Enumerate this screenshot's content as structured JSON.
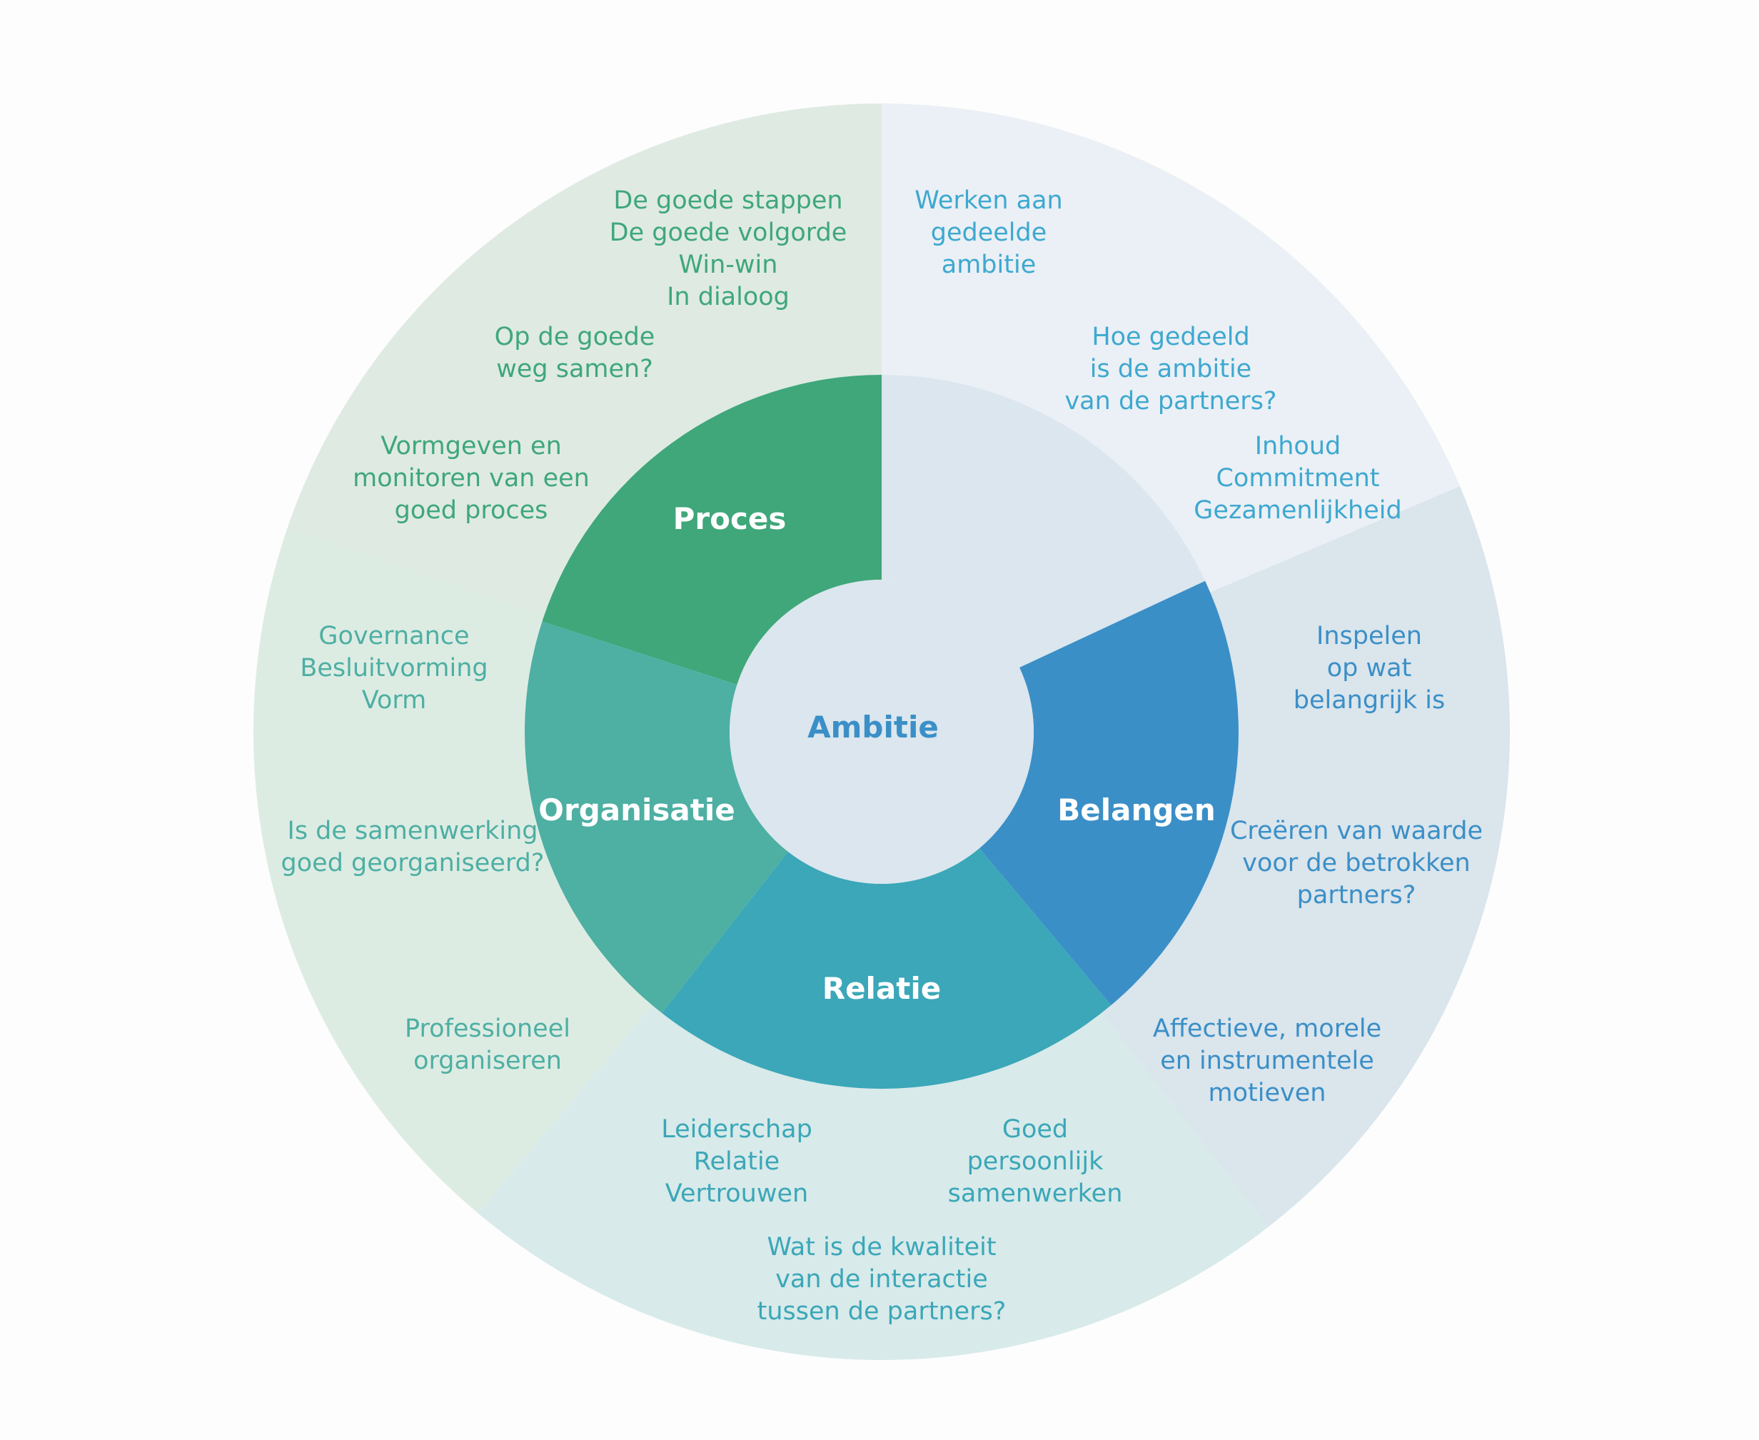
{
  "center": {
    "label": "Ambitie",
    "color": "#3b8fc7",
    "fill": "#dbe6ee"
  },
  "segments": [
    {
      "id": "proces",
      "label": "Proces",
      "inner_color": "#3fa77a",
      "outer_color": "#dfeae3",
      "text_color": "#3fa77a",
      "notes": [
        [
          "De goede stappen",
          "De goede volgorde",
          "Win-win",
          "In dialoog"
        ],
        [
          "Op de goede",
          "weg samen?"
        ],
        [
          "Vormgeven en",
          "monitoren van een",
          "goed proces"
        ]
      ]
    },
    {
      "id": "ambitie",
      "label": "",
      "inner_color": "#dbe6ee",
      "outer_color": "#eaf0f5",
      "text_color": "#3ea8d0",
      "notes": [
        [
          "Werken aan",
          "gedeelde",
          "ambitie"
        ],
        [
          "Hoe gedeeld",
          "is de ambitie",
          "van de partners?"
        ],
        [
          "Inhoud",
          "Commitment",
          "Gezamenlijkheid"
        ]
      ]
    },
    {
      "id": "belangen",
      "label": "Belangen",
      "inner_color": "#3b8fc7",
      "outer_color": "#dae5ec",
      "text_color": "#3b8fc7",
      "notes": [
        [
          "Inspelen",
          "op wat",
          "belangrijk is"
        ],
        [
          "Creëren van waarde",
          "voor de betrokken",
          "partners?"
        ],
        [
          "Affectieve, morele",
          "en instrumentele",
          "motieven"
        ]
      ]
    },
    {
      "id": "relatie",
      "label": "Relatie",
      "inner_color": "#3ba7b8",
      "outer_color": "#d8eaea",
      "text_color": "#3ba7b8",
      "notes": [
        [
          "Leiderschap",
          "Relatie",
          "Vertrouwen"
        ],
        [
          "Goed",
          "persoonlijk",
          "samenwerken"
        ],
        [
          "Wat is de kwaliteit",
          "van de interactie",
          "tussen de partners?"
        ]
      ]
    },
    {
      "id": "organisatie",
      "label": "Organisatie",
      "inner_color": "#4eafa3",
      "outer_color": "#ddece3",
      "text_color": "#4eafa3",
      "notes": [
        [
          "Governance",
          "Besluitvorming",
          "Vorm"
        ],
        [
          "Is de samenwerking",
          "goed georganiseerd?"
        ],
        [
          "Professioneel",
          "organiseren"
        ]
      ]
    }
  ]
}
